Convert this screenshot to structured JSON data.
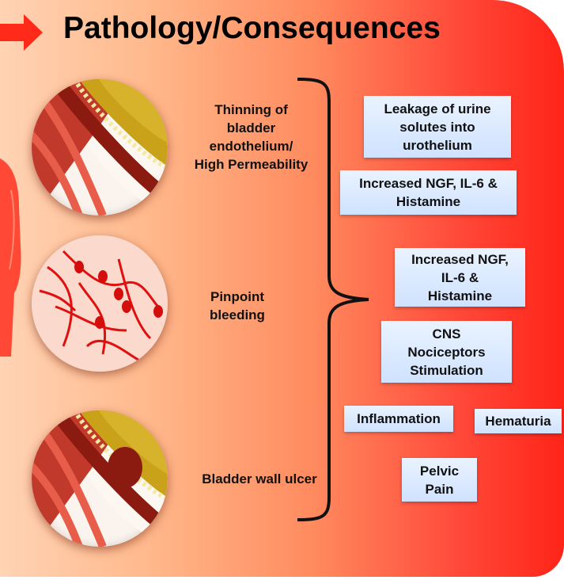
{
  "title": "Pathology/Consequences",
  "pathology_labels": [
    "Thinning of\nbladder\nendothelium/\nHigh Permeability",
    "Pinpoint\nbleeding",
    "Bladder wall ulcer"
  ],
  "consequences": [
    "Leakage of urine\nsolutes into\nurothelium",
    "Increased NGF, IL-6 &\nHistamine",
    "Increased NGF,\nIL-6 &\nHistamine",
    "CNS\nNociceptors\nStimulation",
    "Inflammation",
    "Hematuria",
    "Pelvic\nPain"
  ],
  "colors": {
    "background_left": "#ffd9bd",
    "background_right": "#ff2418",
    "box_fill": "#dbeaff",
    "arrow": "#ff2a1a"
  }
}
